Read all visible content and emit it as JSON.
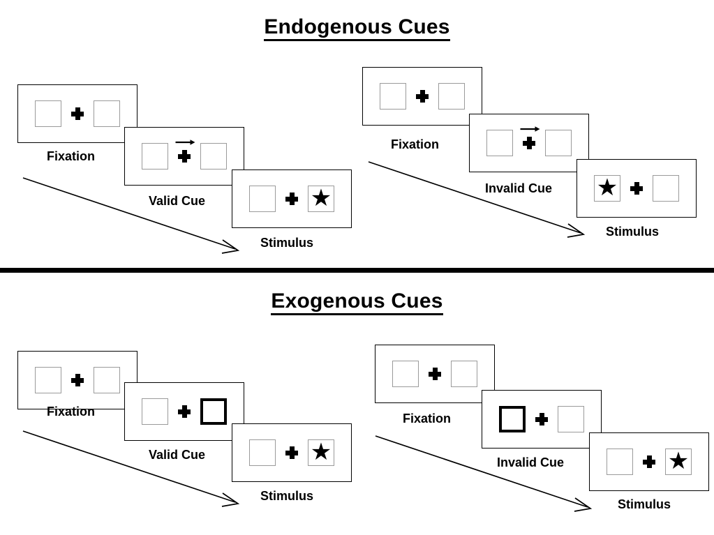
{
  "sections": [
    {
      "id": "endogenous",
      "title": "Endogenous Cues",
      "groups": [
        {
          "id": "endogenous-valid",
          "cue_validity": "valid",
          "panels": [
            {
              "stage_label": "Fixation",
              "left_box": "empty",
              "right_box": "empty",
              "cue": "none",
              "fixation": "cross"
            },
            {
              "stage_label": "Valid Cue",
              "left_box": "empty",
              "right_box": "empty",
              "cue": "arrow-right",
              "fixation": "cross"
            },
            {
              "stage_label": "Stimulus",
              "left_box": "empty",
              "right_box": "star",
              "cue": "none",
              "fixation": "cross"
            }
          ]
        },
        {
          "id": "endogenous-invalid",
          "cue_validity": "invalid",
          "panels": [
            {
              "stage_label": "Fixation",
              "left_box": "empty",
              "right_box": "empty",
              "cue": "none",
              "fixation": "cross"
            },
            {
              "stage_label": "Invalid Cue",
              "left_box": "empty",
              "right_box": "empty",
              "cue": "arrow-right",
              "fixation": "cross"
            },
            {
              "stage_label": "Stimulus",
              "left_box": "star",
              "right_box": "empty",
              "cue": "none",
              "fixation": "cross"
            }
          ]
        }
      ]
    },
    {
      "id": "exogenous",
      "title": "Exogenous Cues",
      "groups": [
        {
          "id": "exogenous-valid",
          "cue_validity": "valid",
          "panels": [
            {
              "stage_label": "Fixation",
              "left_box": "empty",
              "right_box": "empty",
              "cue": "none",
              "fixation": "cross"
            },
            {
              "stage_label": "Valid Cue",
              "left_box": "empty",
              "right_box": "highlighted",
              "cue": "box-flash-right",
              "fixation": "cross"
            },
            {
              "stage_label": "Stimulus",
              "left_box": "empty",
              "right_box": "star",
              "cue": "none",
              "fixation": "cross"
            }
          ]
        },
        {
          "id": "exogenous-invalid",
          "cue_validity": "invalid",
          "panels": [
            {
              "stage_label": "Fixation",
              "left_box": "empty",
              "right_box": "empty",
              "cue": "none",
              "fixation": "cross"
            },
            {
              "stage_label": "Invalid Cue",
              "left_box": "highlighted",
              "right_box": "empty",
              "cue": "box-flash-left",
              "fixation": "cross"
            },
            {
              "stage_label": "Stimulus",
              "left_box": "empty",
              "right_box": "star",
              "cue": "none",
              "fixation": "cross"
            }
          ]
        }
      ]
    }
  ],
  "glyphs": {
    "star": "★"
  },
  "colors": {
    "panel_border": "#000000",
    "box_border": "#9a9a9a",
    "cued_box_border": "#000000",
    "ink": "#000000",
    "background": "#ffffff"
  }
}
